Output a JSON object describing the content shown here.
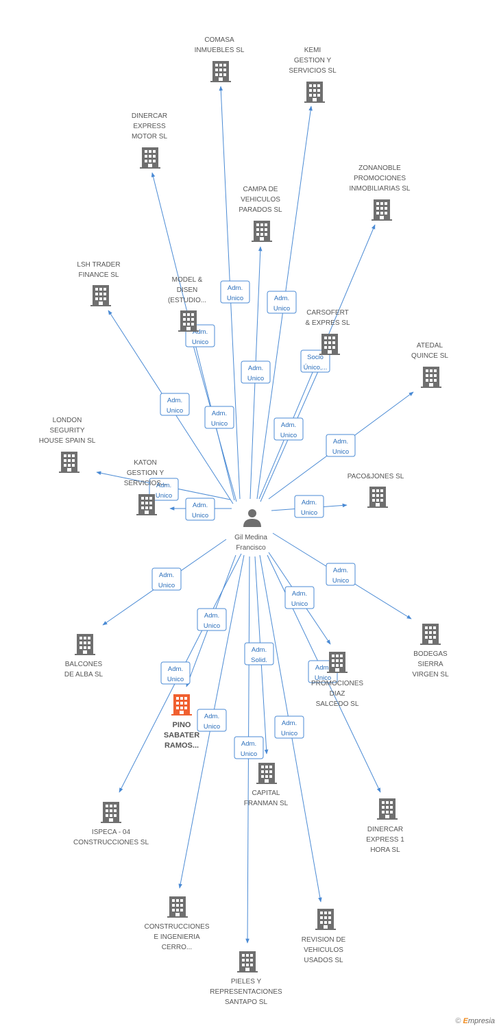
{
  "center": {
    "name_lines": [
      "Gil Medina",
      "Francisco"
    ],
    "icon": "person-icon"
  },
  "colors": {
    "edge": "#4a8ad4",
    "building": "#6f6f6f",
    "highlight": "#f06030",
    "label": "#555555"
  },
  "nodes": [
    {
      "id": "comasa",
      "lines": [
        "COMASA",
        "INMUEBLES SL"
      ],
      "role": "Adm.\nUnico"
    },
    {
      "id": "kemi",
      "lines": [
        "KEMI",
        "GESTION Y",
        "SERVICIOS SL"
      ],
      "role": "Adm.\nUnico"
    },
    {
      "id": "dinercar-express-motor",
      "lines": [
        "DINERCAR",
        "EXPRESS",
        "MOTOR SL"
      ],
      "role": "Adm.\nUnico"
    },
    {
      "id": "zonanoble",
      "lines": [
        "ZONANOBLE",
        "PROMOCIONES",
        "INMOBILIARIAS SL"
      ],
      "role": "Socio\nÚnico,..."
    },
    {
      "id": "campa",
      "lines": [
        "CAMPA DE",
        "VEHICULOS",
        "PARADOS SL"
      ],
      "role": "Adm.\nUnico"
    },
    {
      "id": "lsh",
      "lines": [
        "LSH TRADER",
        "FINANCE SL"
      ],
      "role": "Adm.\nUnico"
    },
    {
      "id": "model",
      "lines": [
        "MODEL &",
        "DISEN",
        "(ESTUDIO..."
      ],
      "role": "Adm.\nUnico"
    },
    {
      "id": "carsofert",
      "lines": [
        "CARSOFERT",
        "& EXPRES SL"
      ],
      "role": "Adm.\nUnico"
    },
    {
      "id": "atedal",
      "lines": [
        "ATEDAL",
        "QUINCE SL"
      ],
      "role": "Adm.\nUnico"
    },
    {
      "id": "london",
      "lines": [
        "LONDON",
        "SEGURITY",
        "HOUSE SPAIN SL"
      ],
      "role": "Adm.\nUnico"
    },
    {
      "id": "katon",
      "lines": [
        "KATON",
        "GESTION Y",
        "SERVICIOS..."
      ],
      "role": "Adm.\nUnico"
    },
    {
      "id": "pacojones",
      "lines": [
        "PACO&JONES SL"
      ],
      "role": "Adm.\nUnico"
    },
    {
      "id": "balcones",
      "lines": [
        "BALCONES",
        "DE ALBA SL"
      ],
      "role": "Adm.\nUnico"
    },
    {
      "id": "bodegas",
      "lines": [
        "BODEGAS",
        "SIERRA",
        "VIRGEN SL"
      ],
      "role": "Adm.\nUnico"
    },
    {
      "id": "pino",
      "lines": [
        "PINO",
        "SABATER",
        "RAMOS..."
      ],
      "role": "Adm.\nUnico",
      "highlight": true
    },
    {
      "id": "promociones-diaz",
      "lines": [
        "PROMOCIONES",
        "DIAZ",
        "SALCEDO SL"
      ],
      "role": "Adm.\nUnico"
    },
    {
      "id": "capital",
      "lines": [
        "CAPITAL",
        "FRANMAN SL"
      ],
      "role": "Adm.\nSolid."
    },
    {
      "id": "ispeca",
      "lines": [
        "ISPECA -  04",
        "CONSTRUCCIONES SL"
      ],
      "role": "Adm.\nUnico"
    },
    {
      "id": "dinercar-1hora",
      "lines": [
        "DINERCAR",
        "EXPRESS 1",
        "HORA SL"
      ],
      "role": "Adm.\nUnico"
    },
    {
      "id": "construcciones",
      "lines": [
        "CONSTRUCCIONES",
        "E INGENIERIA",
        "CERRO..."
      ],
      "role": "Adm.\nUnico"
    },
    {
      "id": "revision",
      "lines": [
        "REVISION DE",
        "VEHICULOS",
        "USADOS SL"
      ],
      "role": "Adm.\nUnico"
    },
    {
      "id": "pieles",
      "lines": [
        "PIELES Y",
        "REPRESENTACIONES",
        "SANTAPO  SL"
      ],
      "role": "Adm.\nUnico"
    }
  ],
  "footer": {
    "copyright": "©",
    "brand_initial": "E",
    "brand_rest": "mpresia"
  }
}
